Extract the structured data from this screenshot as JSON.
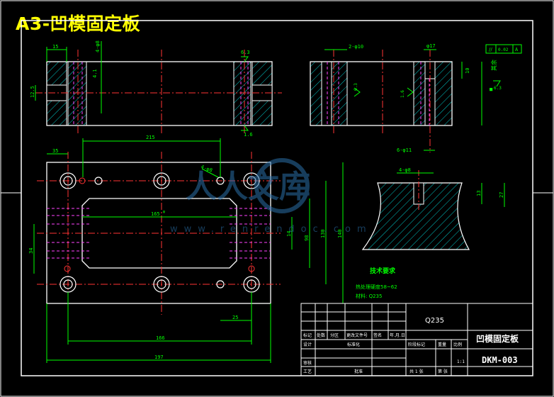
{
  "sheet": {
    "header_title": "A3-凹模固定板"
  },
  "dimensions": {
    "top_view_left": [
      "15",
      "4-φ8",
      "4.1",
      "6.3",
      "1.6",
      "12.5"
    ],
    "top_view_right": [
      "2-φ10",
      "φ17",
      "0.02",
      "A",
      "10",
      "其余",
      "6.3",
      "1.6",
      "6-φ11"
    ],
    "plan_view": [
      "215",
      "35",
      "4-φ8",
      "165",
      "φ",
      "34",
      "14",
      "98",
      "130",
      "140",
      "25",
      "166",
      "197"
    ],
    "section_detail": [
      "4-φ8",
      "13",
      "27"
    ]
  },
  "technical_requirements": {
    "heading": "技术要求",
    "line1": "热处理硬度58~62",
    "line2": "材料: Q235"
  },
  "title_block": {
    "material": "Q235",
    "part_name": "凹模固定板",
    "drawing_number": "DKM-003",
    "scale": "1:1",
    "row_labels": [
      "标记",
      "处数",
      "分区",
      "更改文件号",
      "签名",
      "年.月.日"
    ],
    "labels": [
      "设计",
      "标准化",
      "审核",
      "工艺",
      "批准"
    ],
    "stage_labels": [
      "阶段标记",
      "重量",
      "比例"
    ],
    "sheet_info": [
      "共 1 张",
      "第 张"
    ]
  },
  "watermark": {
    "text": "人人文库",
    "url": "www.renrendoc.com"
  }
}
